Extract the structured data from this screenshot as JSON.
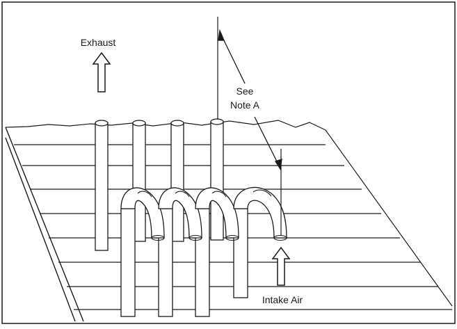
{
  "labels": {
    "exhaust": "Exhaust",
    "see_note_line1": "See",
    "see_note_line2": "Note A",
    "intake": "Intake Air"
  },
  "colors": {
    "stroke": "#1a1a1a",
    "pipe_fill": "#ffffff",
    "background": "#ffffff"
  },
  "icons": {
    "exhaust_arrow": "arrow-up-icon",
    "intake_arrow": "arrow-up-icon"
  }
}
